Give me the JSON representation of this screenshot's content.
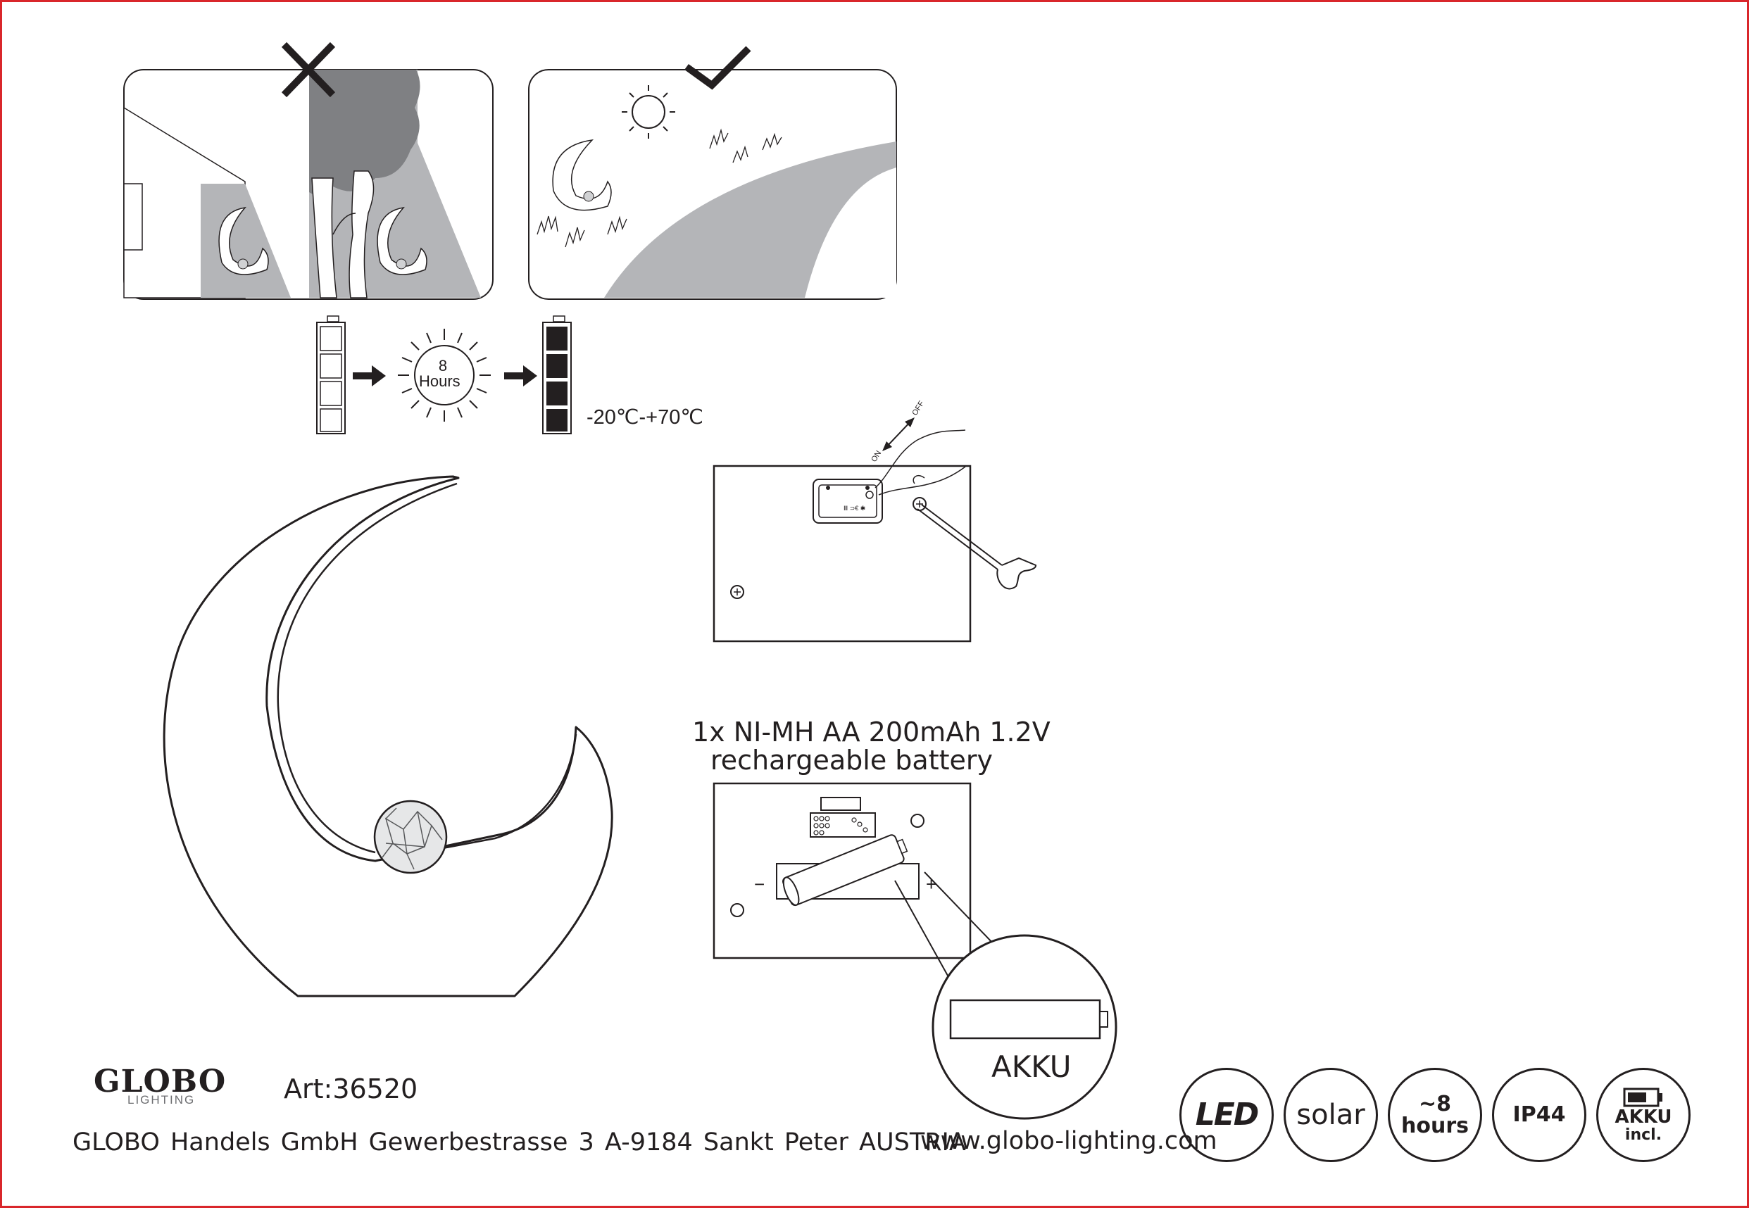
{
  "battery_spec": {
    "title": "1x NI-MH AA 200mAh 1.2V",
    "subtitle": "rechargeable battery"
  },
  "charging": {
    "hours_value": "8",
    "hours_unit": "Hours",
    "temperature_range": "-20℃-+70℃"
  },
  "switch": {
    "on_label": "ON",
    "off_label": "OFF"
  },
  "battery_zoom_label": "AKKU",
  "brand": {
    "name": "GLOBO",
    "tagline": "LIGHTING"
  },
  "article_number": "Art:36520",
  "company": {
    "address": "GLOBO Handels GmbH  Gewerbestrasse 3  A-9184 Sankt Peter  AUSTRIA",
    "website": "www.globo-lighting.com"
  },
  "badges": {
    "led": "LED",
    "solar": "solar",
    "hours_top": "~8",
    "hours_bottom": "hours",
    "ip_rating": "IP44",
    "akku_top": "AKKU",
    "akku_bottom": "incl."
  },
  "colors": {
    "frame": "#d9262b",
    "line": "#231f20",
    "shade_dark": "#7f8083",
    "shade_light": "#b4b5b8"
  }
}
